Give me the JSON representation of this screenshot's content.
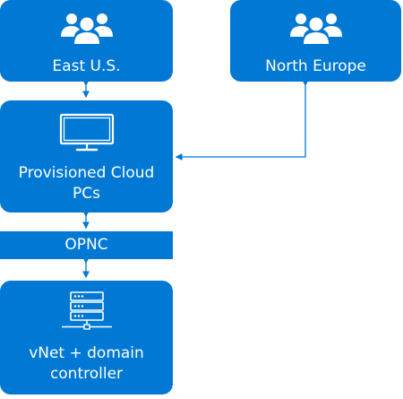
{
  "diagram": {
    "east_us": {
      "label": "East U.S.",
      "icon": "users-icon"
    },
    "north_europe": {
      "label": "North Europe",
      "icon": "users-icon"
    },
    "cloud_pcs": {
      "label_line1": "Provisioned Cloud",
      "label_line2": "PCs",
      "icon": "monitor-icon"
    },
    "opnc": {
      "label": "OPNC"
    },
    "vnet": {
      "label_line1": "vNet + domain",
      "label_line2": "controller",
      "icon": "server-icon"
    }
  },
  "colors": {
    "box_fill": "#0078D4",
    "connector": "#0078D4",
    "text": "#ffffff"
  }
}
